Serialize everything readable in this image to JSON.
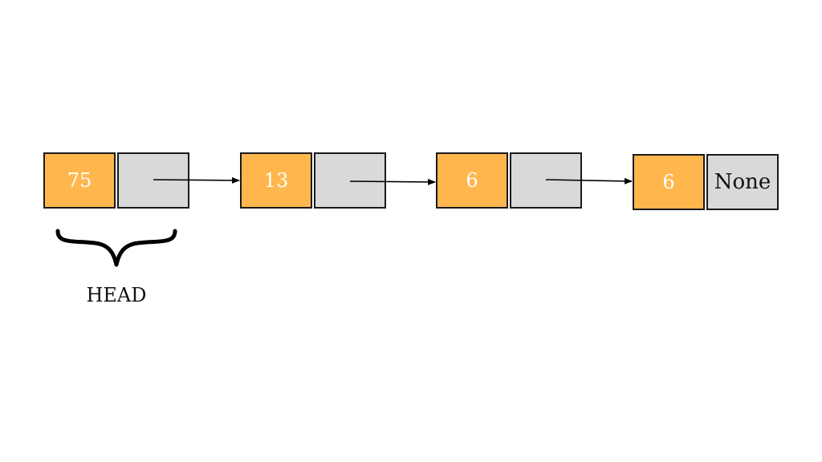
{
  "linked_list": {
    "nodes": [
      {
        "value": "75",
        "next": ""
      },
      {
        "value": "13",
        "next": ""
      },
      {
        "value": "6",
        "next": ""
      },
      {
        "value": "6",
        "next": "None"
      }
    ],
    "head_label": "HEAD"
  },
  "colors": {
    "data_fill": "#ffb74d",
    "pointer_fill": "#d9d9d9",
    "border": "#1a1a1a",
    "arrow": "#000000"
  }
}
